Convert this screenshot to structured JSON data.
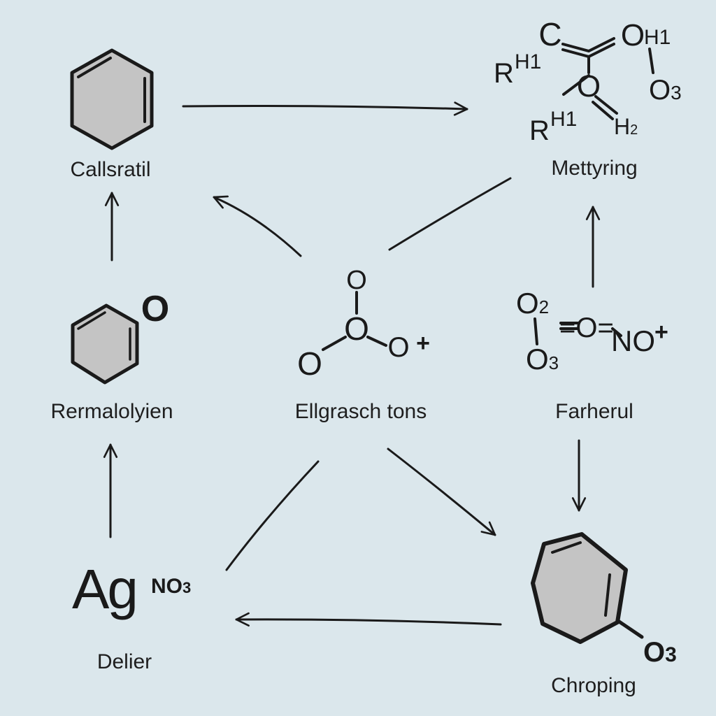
{
  "nodes": {
    "tl": {
      "label": "Callsratil"
    },
    "tr": {
      "label": "Mettyring",
      "atoms": {
        "c": "C",
        "o_top": "O",
        "h_top": "H1",
        "r1": "R",
        "h_r1": "H1",
        "o_mid": "O",
        "o_right": "O",
        "sub_right": "3",
        "r2": "R",
        "h_r2": "H1",
        "h2": "H",
        "h2_sub": "2"
      }
    },
    "ml": {
      "label": "Rermalolyien",
      "atom": "O"
    },
    "c": {
      "label": "Ellgrasch tons",
      "atoms": {
        "top": "O",
        "center": "O",
        "left": "O",
        "right": "O",
        "charge": "+"
      }
    },
    "mr": {
      "label": "Farherul",
      "atoms": {
        "o2": "O",
        "o2_sub": "2",
        "o3": "O",
        "o3_sub": "3",
        "chain": "=O=",
        "n": "NO",
        "charge": "+"
      }
    },
    "bl": {
      "label": "Delier",
      "element": "Ag",
      "sup": "NO",
      "sup_sub": "3"
    },
    "br": {
      "label": "Chroping",
      "atom": "O",
      "atom_sub": "3"
    }
  },
  "colors": {
    "background": "#dbe7ec",
    "ink": "#1a1a1a",
    "ring_fill": "#c4c4c4"
  }
}
